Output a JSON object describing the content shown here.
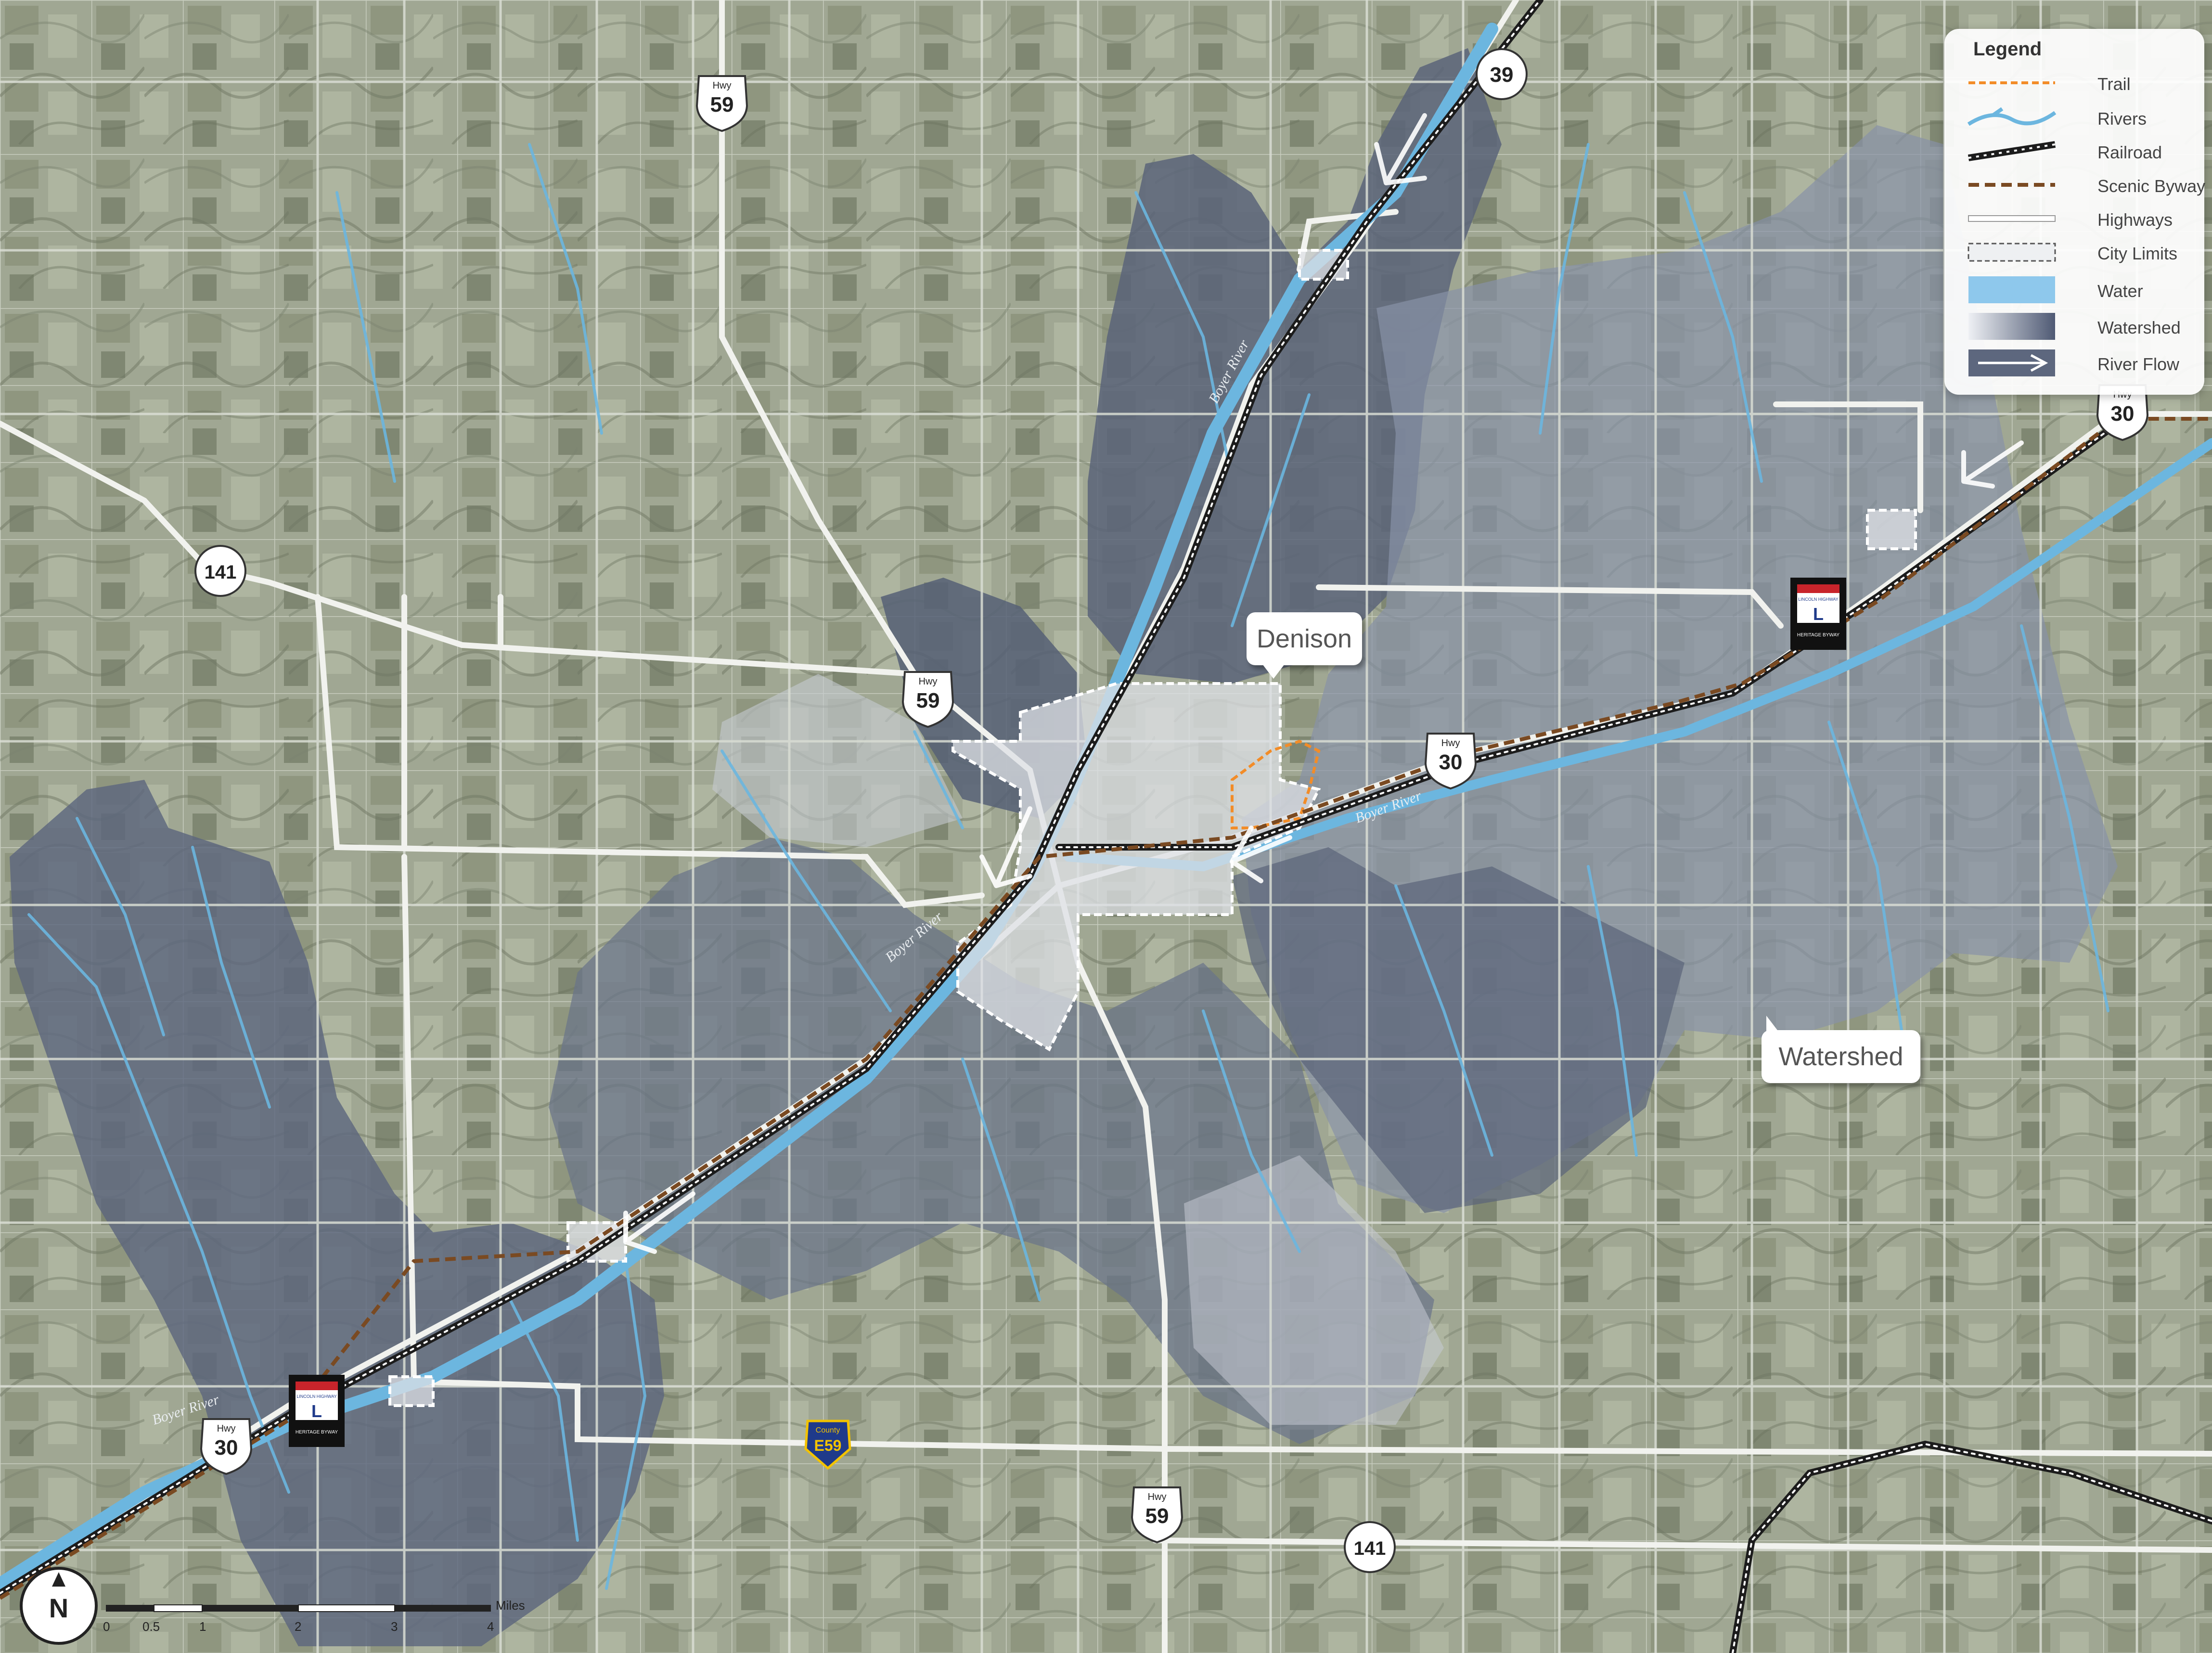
{
  "map": {
    "place_labels": {
      "denison": "Denison",
      "watershed": "Watershed"
    },
    "river_labels": [
      "Boyer River",
      "Boyer River",
      "Boyer River",
      "Boyer River"
    ],
    "highway_shields": {
      "hwy59_top": {
        "prefix": "Hwy",
        "number": "59"
      },
      "hwy59_mid": {
        "prefix": "Hwy",
        "number": "59"
      },
      "hwy59_bottom": {
        "prefix": "Hwy",
        "number": "59"
      },
      "hwy30_center": {
        "prefix": "Hwy",
        "number": "30"
      },
      "hwy30_left": {
        "prefix": "Hwy",
        "number": "30"
      },
      "hwy30_right": {
        "prefix": "Hwy",
        "number": "30"
      },
      "state39": {
        "number": "39"
      },
      "state141_left": {
        "number": "141"
      },
      "state141_bottom": {
        "number": "141"
      },
      "county_e59": {
        "prefix": "County",
        "number": "E59"
      }
    },
    "byway_sign": {
      "top_text": "LINCOLN HIGHWAY",
      "letter": "L",
      "bottom_text": "HERITAGE BYWAY"
    },
    "colors": {
      "terrain": "#9ea591",
      "watershed_dark": "#5d677e",
      "watershed_light": "#b9bfc9",
      "water": "#6cb6df",
      "trail": "#f28c28",
      "byway": "#7a4a22",
      "railroad": "#1c1c1c"
    }
  },
  "legend": {
    "title": "Legend",
    "items": [
      {
        "label": "Trail",
        "symbol": "trail-symbol"
      },
      {
        "label": "Rivers",
        "symbol": "rivers-symbol"
      },
      {
        "label": "Railroad",
        "symbol": "railroad-symbol"
      },
      {
        "label": "Scenic Byway",
        "symbol": "scenic-byway-symbol"
      },
      {
        "label": "Highways",
        "symbol": "highways-symbol"
      },
      {
        "label": "City Limits",
        "symbol": "city-limits-symbol"
      },
      {
        "label": "Water",
        "symbol": "water-symbol"
      },
      {
        "label": "Watershed",
        "symbol": "watershed-symbol"
      },
      {
        "label": "River Flow",
        "symbol": "river-flow-symbol"
      }
    ]
  },
  "north_arrow": {
    "label": "N"
  },
  "scale_bar": {
    "unit": "Miles",
    "ticks": [
      "0",
      "0.5",
      "1",
      "2",
      "3",
      "4"
    ]
  }
}
